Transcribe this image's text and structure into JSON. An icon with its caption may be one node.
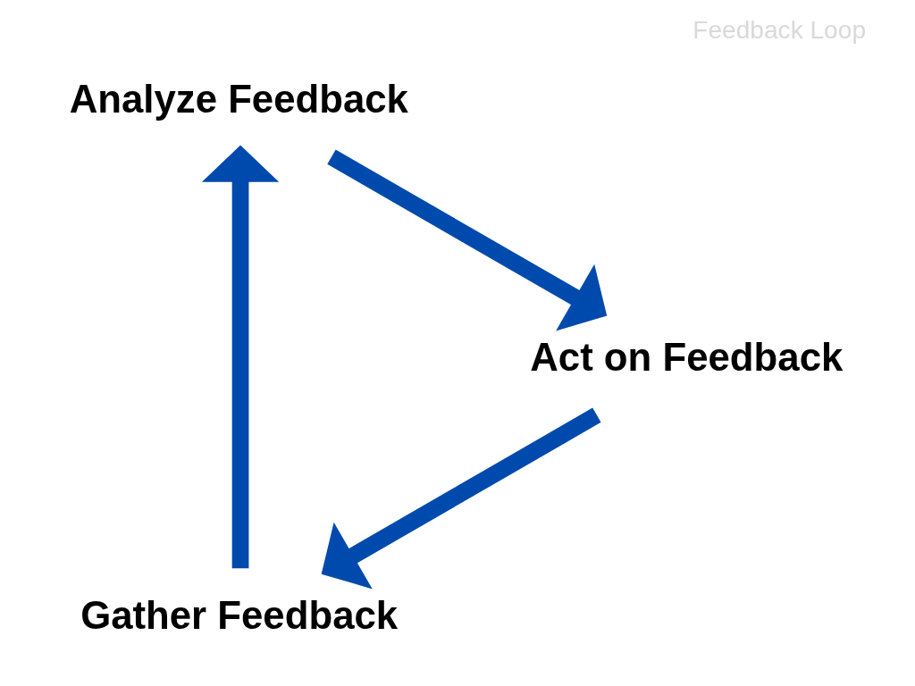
{
  "diagram": {
    "title": "Feedback Loop",
    "nodes": [
      {
        "text": [
          "Gather Feedback"
        ]
      },
      {
        "text": [
          "Analyze Feedback"
        ]
      },
      {
        "text": [
          "Act on Feedback"
        ]
      }
    ],
    "edges": [
      {
        "from": 0,
        "to": 1,
        "arrow": "to"
      },
      {
        "from": 1,
        "to": 2,
        "arrow": "to"
      },
      {
        "from": 2,
        "to": 0,
        "arrow": "to"
      }
    ]
  }
}
